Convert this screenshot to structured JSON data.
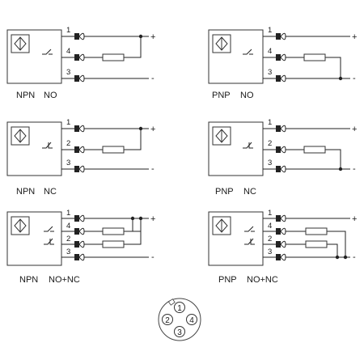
{
  "diagrams": [
    {
      "type": "NPN",
      "mode": "NO",
      "pins": [
        "1",
        "4",
        "3"
      ],
      "plus": "+",
      "minus": "-"
    },
    {
      "type": "PNP",
      "mode": "NO",
      "pins": [
        "1",
        "4",
        "3"
      ],
      "plus": "+",
      "minus": "-"
    },
    {
      "type": "NPN",
      "mode": "NC",
      "pins": [
        "1",
        "2",
        "3"
      ],
      "plus": "+",
      "minus": "-"
    },
    {
      "type": "PNP",
      "mode": "NC",
      "pins": [
        "1",
        "2",
        "3"
      ],
      "plus": "+",
      "minus": "-"
    },
    {
      "type": "NPN",
      "mode": "NO+NC",
      "pins": [
        "1",
        "4",
        "2",
        "3"
      ],
      "plus": "+",
      "minus": "-"
    },
    {
      "type": "PNP",
      "mode": "NO+NC",
      "pins": [
        "1",
        "4",
        "2",
        "3"
      ],
      "plus": "+",
      "minus": "-"
    }
  ],
  "connector": {
    "pins": [
      "1",
      "2",
      "3",
      "4"
    ]
  }
}
